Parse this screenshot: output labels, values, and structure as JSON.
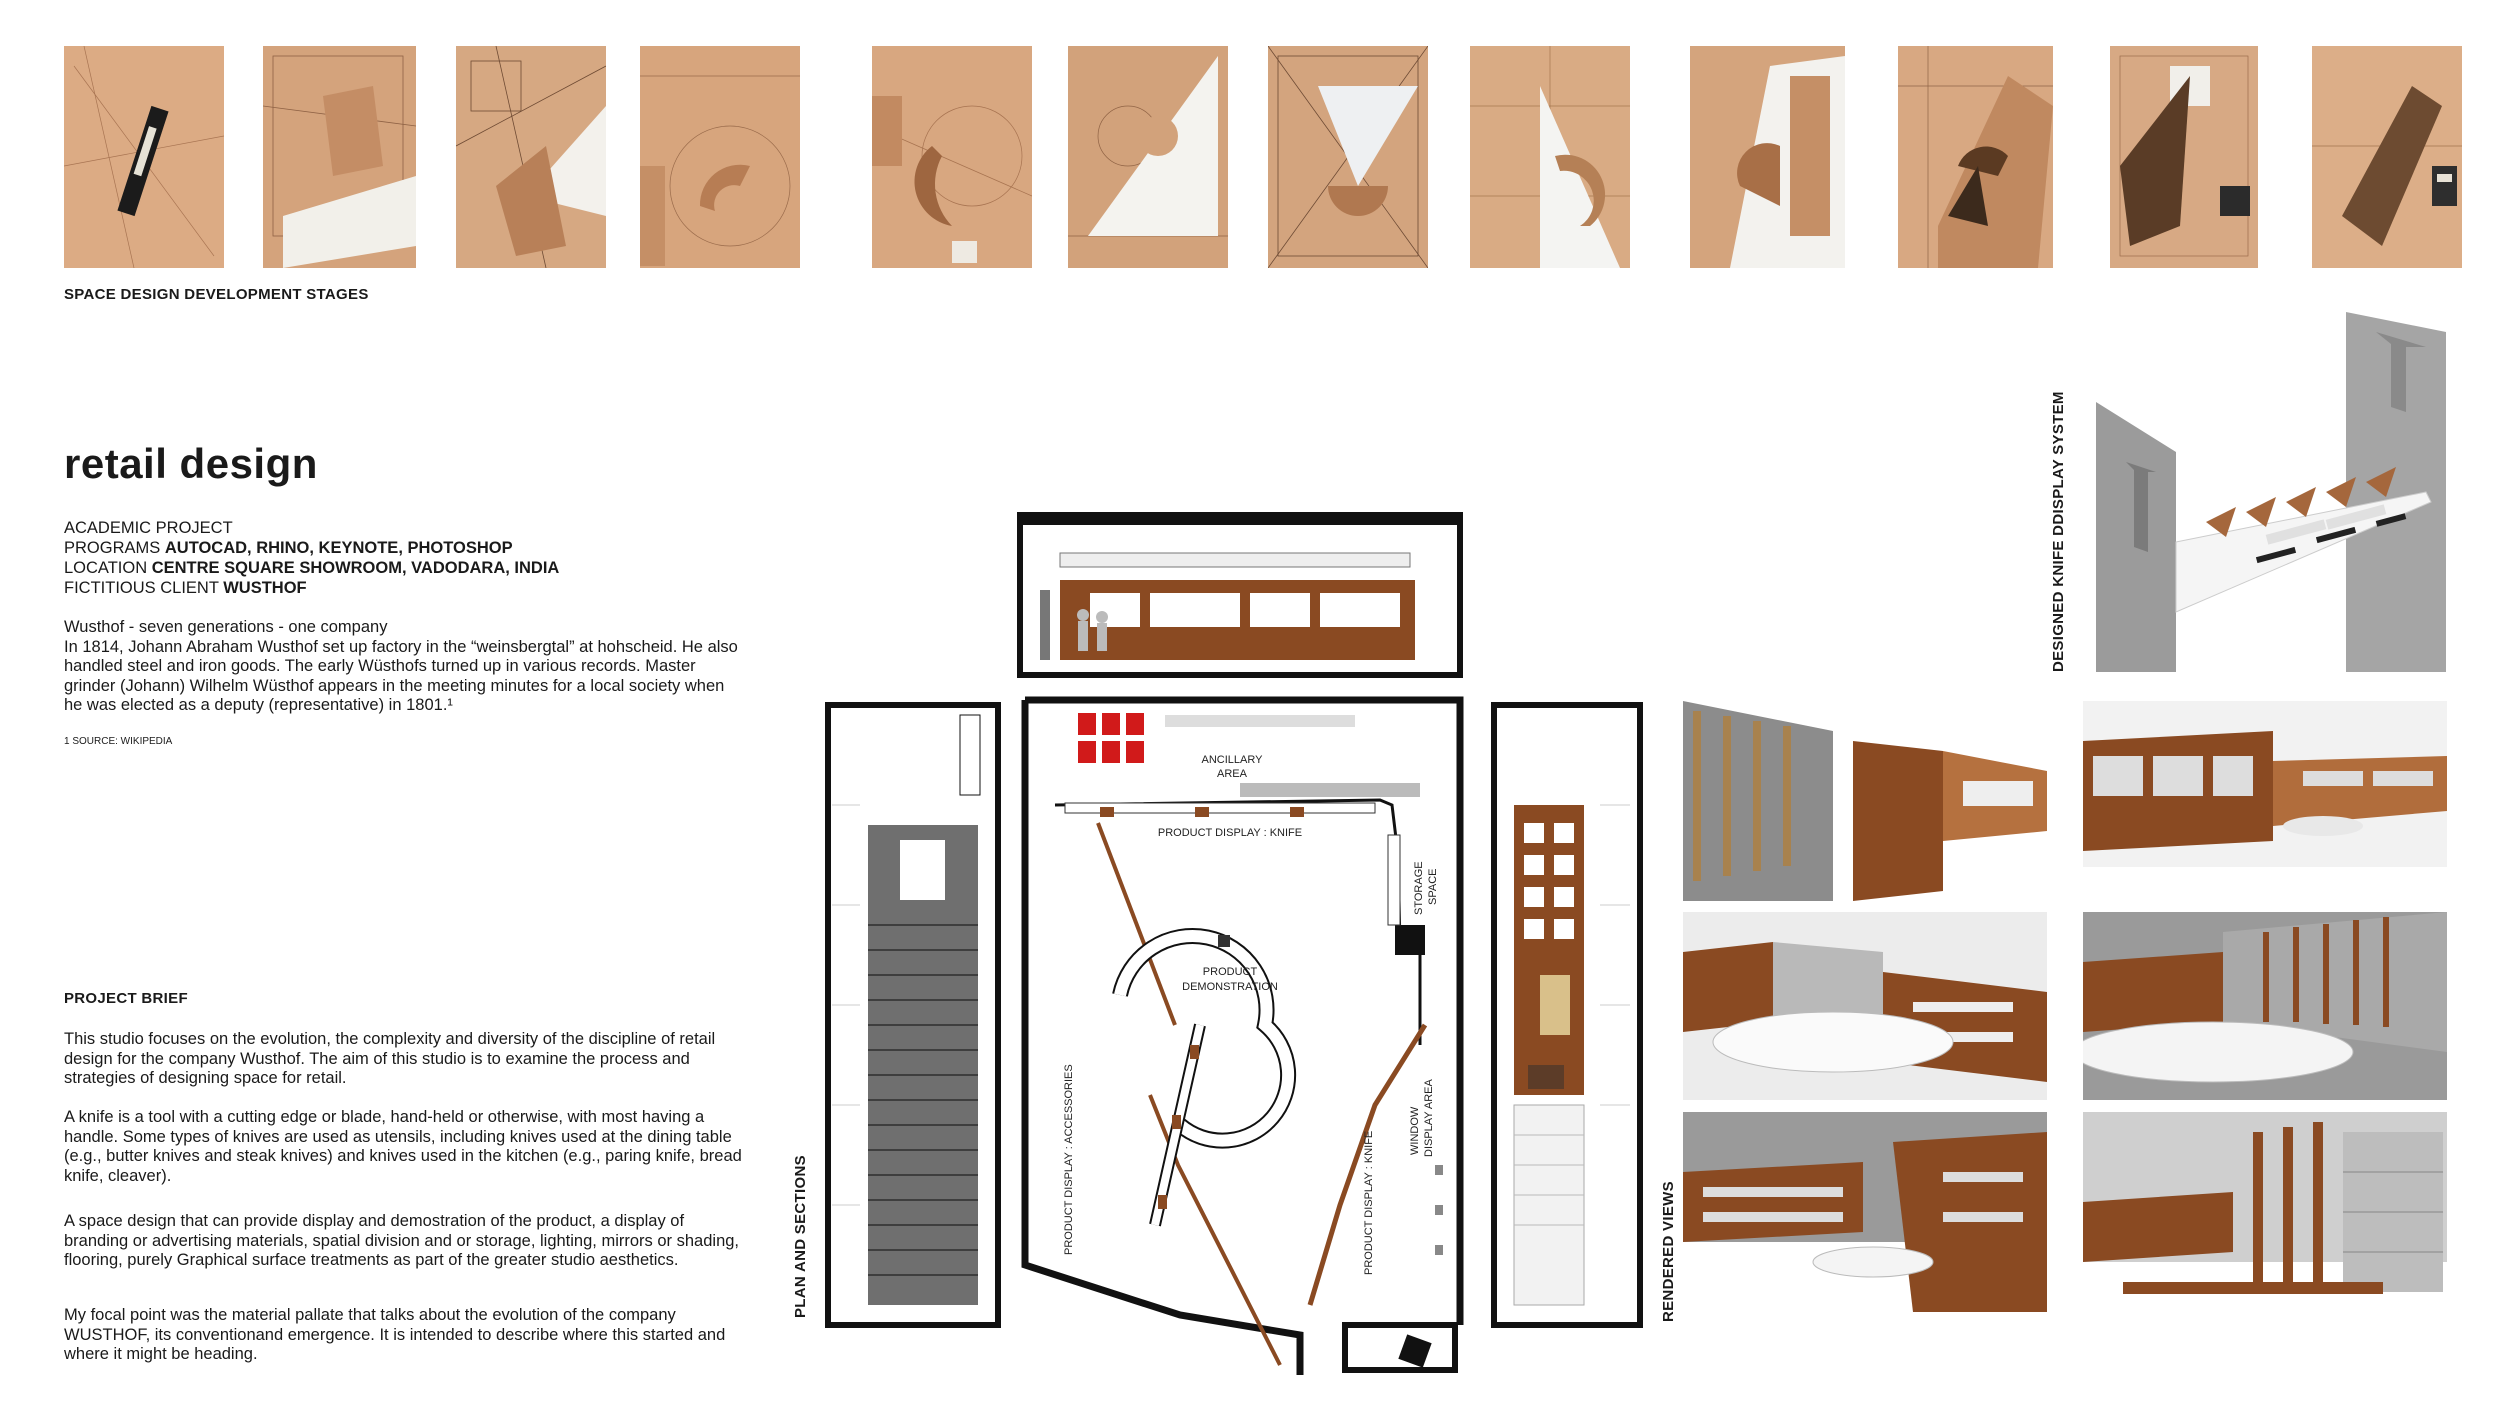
{
  "stages": {
    "caption": "SPACE DESIGN DEVELOPMENT STAGES",
    "thumbnails": [
      {
        "name": "stage-1"
      },
      {
        "name": "stage-2"
      },
      {
        "name": "stage-3"
      },
      {
        "name": "stage-4"
      },
      {
        "name": "stage-5"
      },
      {
        "name": "stage-6"
      },
      {
        "name": "stage-7"
      },
      {
        "name": "stage-8"
      },
      {
        "name": "stage-9"
      },
      {
        "name": "stage-10"
      },
      {
        "name": "stage-11"
      },
      {
        "name": "stage-12"
      }
    ]
  },
  "project": {
    "title": "retail design",
    "academic": "ACADEMIC PROJECT",
    "programs_label": "PROGRAMS ",
    "programs_value": "AUTOCAD, RHINO, KEYNOTE, PHOTOSHOP",
    "location_label": "LOCATION ",
    "location_value": "CENTRE SQUARE SHOWROOM, VADODARA, INDIA",
    "client_label": "FICTITIOUS CLIENT ",
    "client_value": "WUSTHOF",
    "history": "Wusthof - seven generations - one company\nIn 1814,  Johann Abraham Wusthof set up factory in the “weinsbergtal” at hohscheid. He also handled steel and iron goods. The early Wüsthofs turned up in various records. Master grinder (Johann) Wilhelm Wüsthof  appears in the meeting minutes for a local society when he was elected as a deputy (representative) in 1801.¹",
    "footnote": "1 SOURCE: WIKIPEDIA"
  },
  "brief": {
    "heading": "PROJECT BRIEF",
    "p1": "This studio focuses on the evolution, the complexity and diversity of the discipline of retail design for the company Wusthof. The aim of this studio is to examine the process and strategies of designing space for retail.",
    "p2": "A knife is a tool with a cutting edge or blade, hand-held or otherwise, with most having a handle. Some types of knives are used as utensils, including knives used at the dining table (e.g., butter knives and steak knives) and knives used in the kitchen (e.g., paring knife, bread knife, cleaver).",
    "p3": "A space design that can provide display and demostration of the product, a  display of branding or advertising materials, spatial division and or storage, lighting, mirrors or shading, flooring, purely Graphical surface treatments as part of the greater studio aesthetics.",
    "p4": "My focal point was the material pallate that talks about the evolution of the company WUSTHOF, its conventionand emergence. It is intended to describe where this started and where it might be heading."
  },
  "plan": {
    "section_title": "PLAN AND SECTIONS",
    "ancillary": [
      "ANCILLARY",
      "AREA"
    ],
    "product_display_knife": "PRODUCT DISPLAY : KNIFE",
    "storage": [
      "STORAGE",
      "SPACE"
    ],
    "demo": [
      "PRODUCT",
      "DEMONSTRATION"
    ],
    "accessories": "PRODUCT DISPLAY : ACCESSORIES",
    "knife_vertical": "PRODUCT DISPLAY : KNIFE",
    "window": [
      "WINDOW",
      "DISPLAY AREA"
    ]
  },
  "renders": {
    "title": "RENDERED VIEWS",
    "views": [
      {
        "name": "view-1"
      },
      {
        "name": "view-2"
      },
      {
        "name": "view-3"
      },
      {
        "name": "view-4"
      },
      {
        "name": "view-5"
      },
      {
        "name": "view-6"
      }
    ]
  },
  "knife_system": {
    "title": "DESIGNED KNIFE DDISPLAY SYSTEM"
  },
  "colors": {
    "cardboard": "#d9a67e",
    "wood": "#8a4a22",
    "wood_light": "#b4683a",
    "plan_line": "#111111",
    "accent_red": "#d11a1a"
  }
}
